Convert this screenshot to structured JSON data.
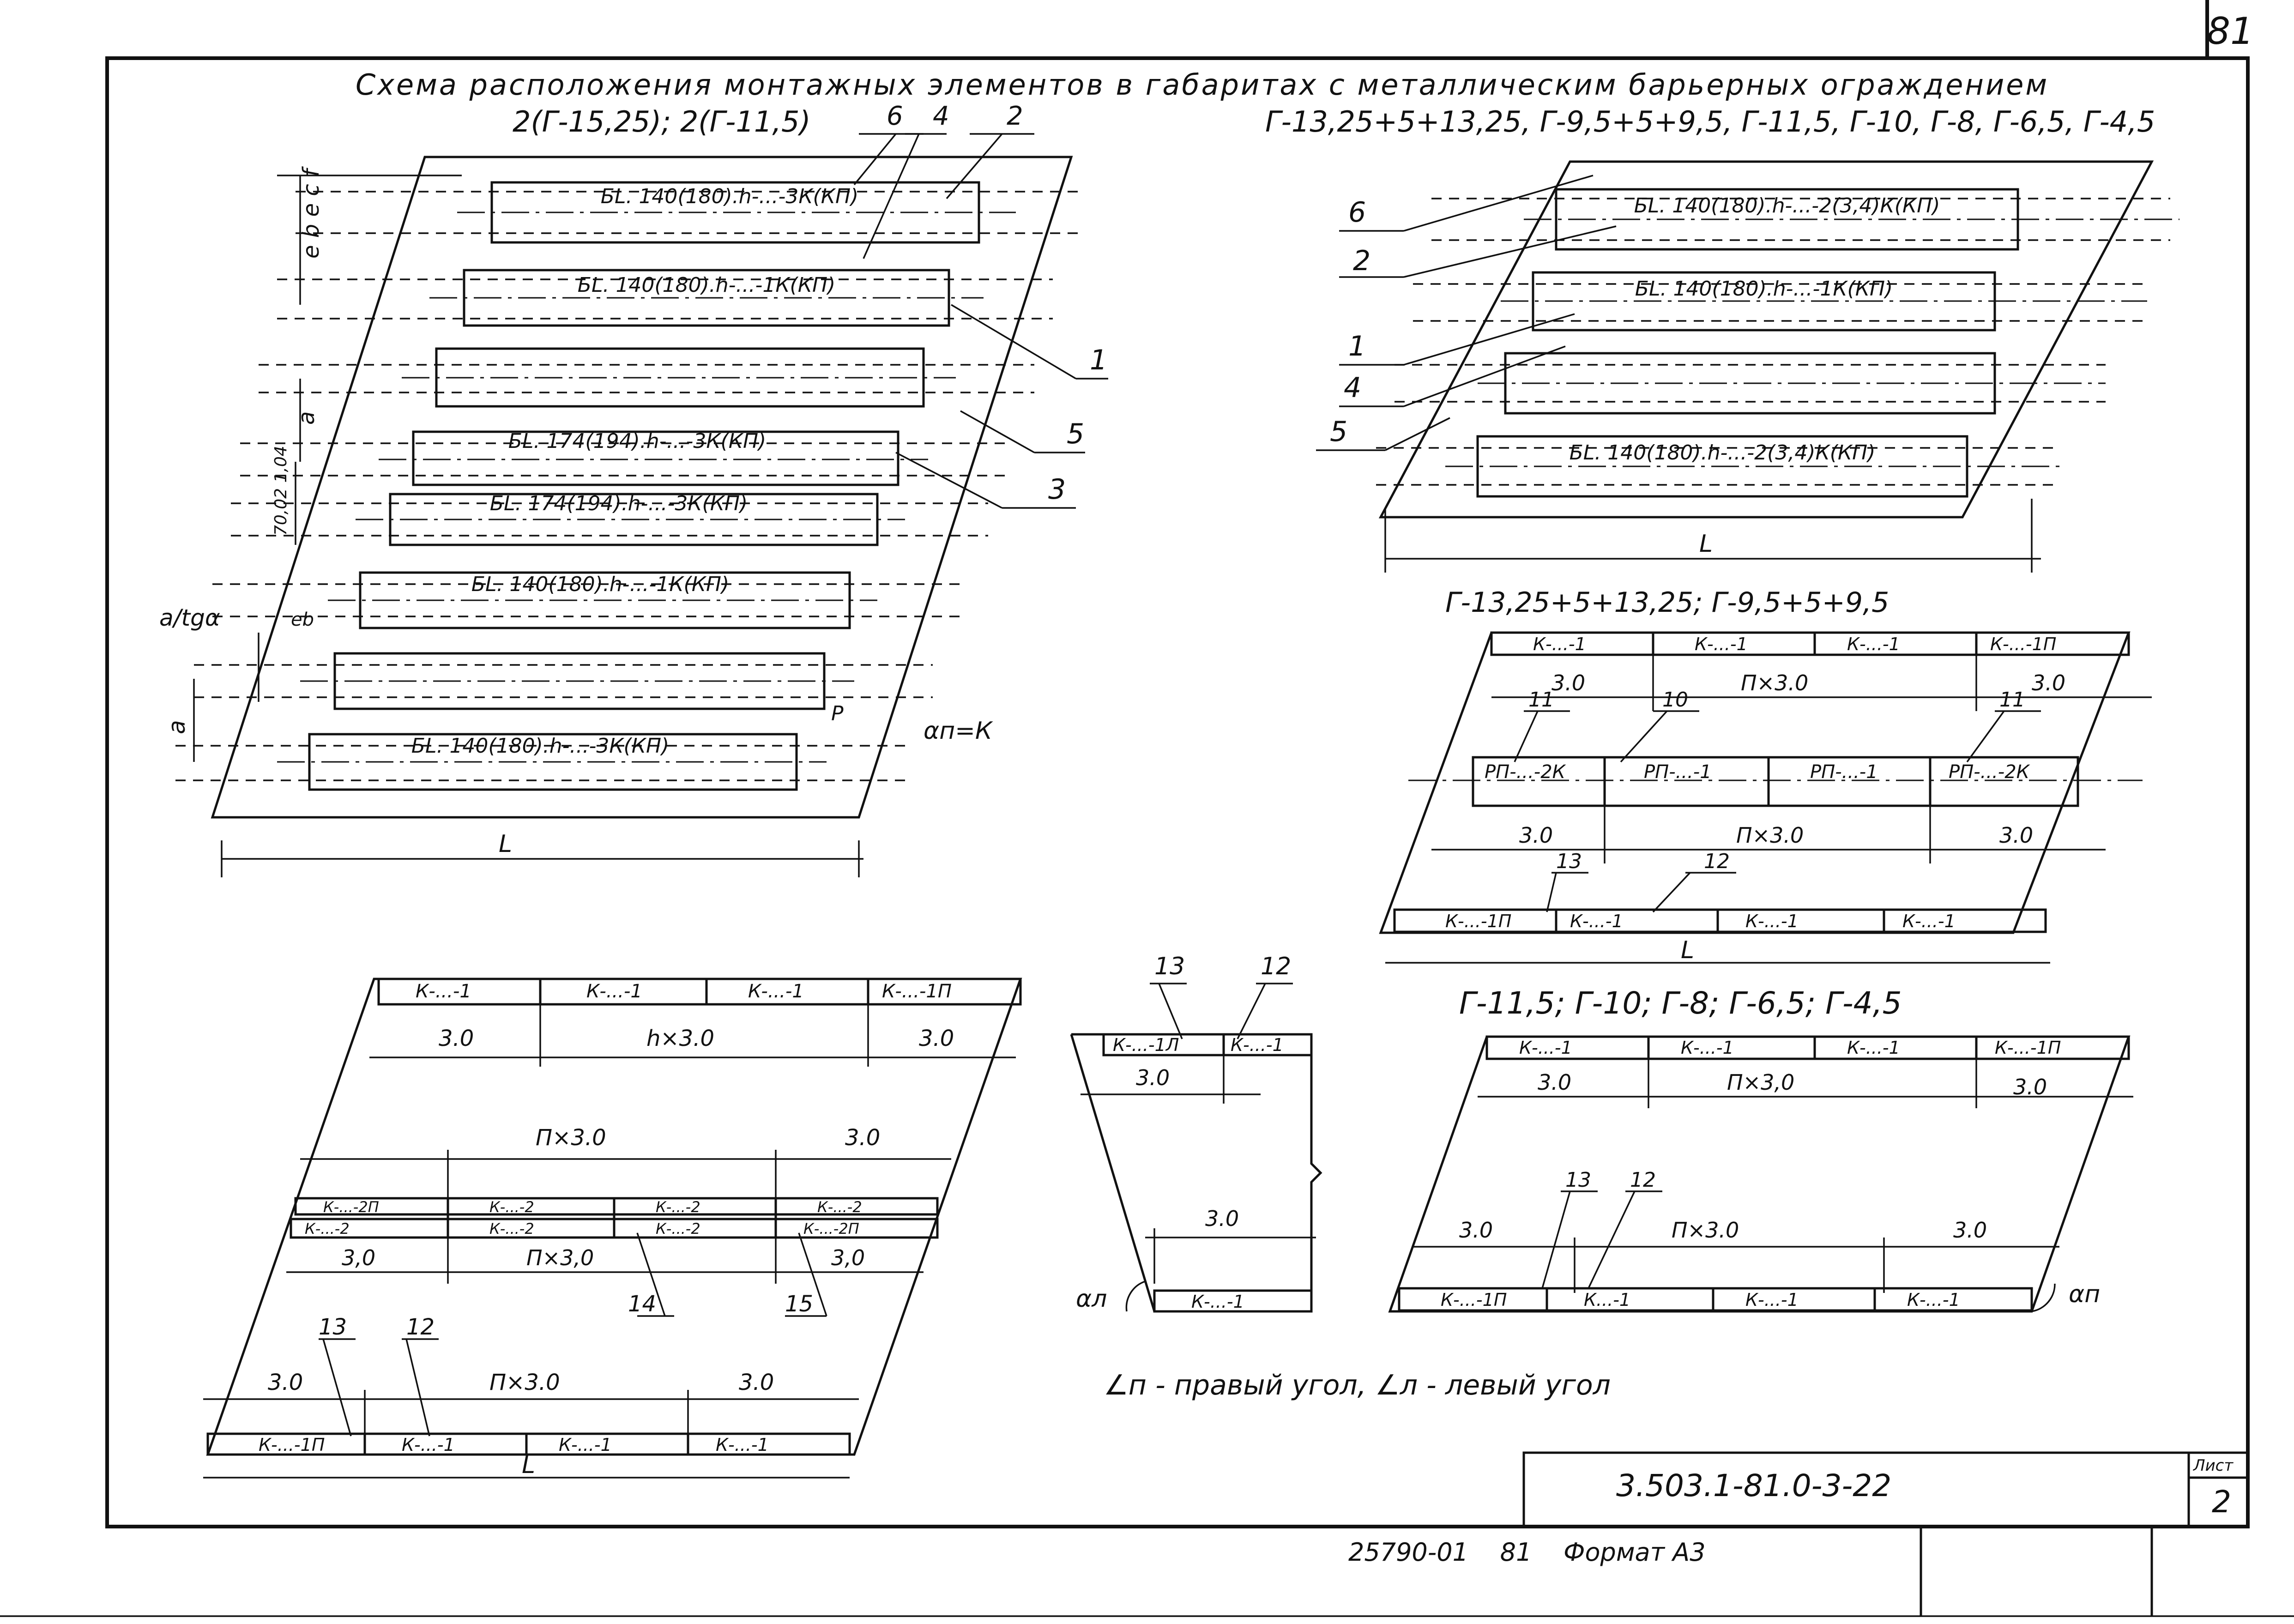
{
  "sheet": {
    "page_number": "81",
    "title": "Схема расположения монтажных элементов в габаритах с металлическим барьерных ограждением",
    "subtitle_left": "2(Г-15,25); 2(Г-11,5)",
    "subtitle_right": "Г-13,25+5+13,25, Г-9,5+5+9,5, Г-11,5, Г-10, Г-8, Г-6,5, Г-4,5",
    "legend": "∠п - правый угол, ∠л - левый угол",
    "stamp_code": "3.503.1-81.0-3-22",
    "stamp_sheet_label": "Лист",
    "stamp_sheet_number": "2",
    "bottom_note": "25790-01    81    Формат А3"
  },
  "plan_left": {
    "beams": [
      "БL. 140(180).h-...-3К(КП)",
      "БL. 140(180).h-...-1К(КП)",
      "",
      "БL. 174(194).h-...-3К(КП)",
      "БL. 174(194).h-...-3К(КП)",
      "БL. 140(180).h-...-1К(КП)",
      "",
      "БL. 140(180).h-...-3К(КП)"
    ],
    "callouts": [
      "6",
      "4",
      "2",
      "1",
      "5",
      "3"
    ],
    "dims": {
      "left_top": "e b e c f",
      "left_top2": "e b e",
      "left_a": "a",
      "left_spacing": "70,02 1,04",
      "a_tg": "a/tgα",
      "eb": "eb",
      "a2": "a",
      "p": "P",
      "angle": "αп=К",
      "length": "L"
    }
  },
  "plan_right": {
    "beams": [
      "БL. 140(180).h-...-2(3,4)К(КП)",
      "БL. 140(180).h-...-1К(КП)",
      "",
      "БL. 140(180).h-...-2(3,4)К(КП)"
    ],
    "callouts": [
      "6",
      "2",
      "1",
      "4",
      "5"
    ],
    "length": "L"
  },
  "section_a": {
    "title": "Г-13,25+5+13,25;   Г-9,5+5+9,5",
    "top_labels": [
      "К-...-1",
      "К-...-1",
      "К-...-1",
      "К-...-1П"
    ],
    "top_dims": [
      "3.0",
      "П×3.0",
      "3.0"
    ],
    "mid_callouts": [
      "11",
      "10",
      "11"
    ],
    "mid_labels": [
      "РП-...-2К",
      "РП-...-1",
      "РП-...-1",
      "РП-...-2К"
    ],
    "mid_dims": [
      "3.0",
      "П×3.0",
      "3.0"
    ],
    "bot_callouts": [
      "13",
      "12"
    ],
    "bot_labels": [
      "К-...-1П",
      "К-...-1",
      "К-...-1",
      "К-...-1"
    ],
    "length": "L"
  },
  "section_b": {
    "title": "Г-11,5;   Г-10;   Г-8;   Г-6,5;   Г-4,5",
    "top_labels": [
      "К-...-1",
      "К-...-1",
      "К-...-1",
      "К-...-1П"
    ],
    "top_dims": [
      "3.0",
      "П×3,0",
      "3.0"
    ],
    "callouts": [
      "13",
      "12"
    ],
    "bot_dims": [
      "3.0",
      "П×3.0",
      "3.0"
    ],
    "bot_labels": [
      "К-...-1П",
      "К...-1",
      "К-...-1",
      "К-...-1"
    ],
    "angle": "αп"
  },
  "section_c": {
    "top_labels": [
      "К-...-1",
      "К-...-1",
      "К-...-1",
      "К-...-1П"
    ],
    "top_dims": [
      "3.0",
      "h×3.0",
      "3.0"
    ],
    "mid_dims_top": [
      "П×3.0",
      "3.0"
    ],
    "row1_labels": [
      "К-...-2П",
      "К-...-2",
      "К-...-2",
      "К-...-2"
    ],
    "row2_labels": [
      "К-...-2",
      "К-...-2",
      "К-...-2",
      "К-...-2П"
    ],
    "mid_dims_bot": [
      "3,0",
      "П×3,0",
      "3,0"
    ],
    "callouts_mid": [
      "14",
      "15"
    ],
    "callouts_bot": [
      "13",
      "12"
    ],
    "bot_dims": [
      "3.0",
      "П×3.0",
      "3.0"
    ],
    "bot_labels": [
      "К-...-1П",
      "К-...-1",
      "К-...-1",
      "К-...-1"
    ],
    "length": "L"
  },
  "section_d": {
    "callouts": [
      "13",
      "12"
    ],
    "top_labels": [
      "К-...-1Л",
      "К-...-1"
    ],
    "top_dim": "3.0",
    "bot_dim": "3.0",
    "bot_label": "К-...-1",
    "angle": "αл"
  }
}
